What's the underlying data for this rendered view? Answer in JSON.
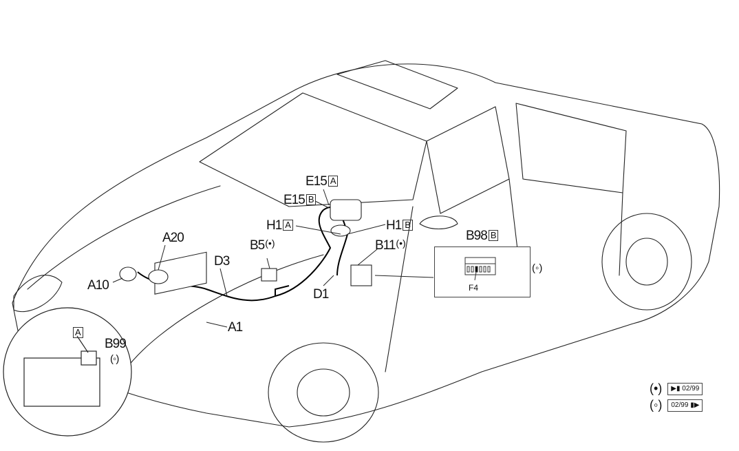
{
  "diagram": {
    "title": "Vehicle wiring harness component locations",
    "components": [
      {
        "id": "E15",
        "tag": "A"
      },
      {
        "id": "E15",
        "tag": "B"
      },
      {
        "id": "H1",
        "tag": "A"
      },
      {
        "id": "H1",
        "tag": "B"
      },
      {
        "id": "A20"
      },
      {
        "id": "B5",
        "symbol": "(•)"
      },
      {
        "id": "B11",
        "symbol": "(•)"
      },
      {
        "id": "B98",
        "tag": "B"
      },
      {
        "id": "D3"
      },
      {
        "id": "A10"
      },
      {
        "id": "D1"
      },
      {
        "id": "A1"
      },
      {
        "id": "B99",
        "symbol": "(◦)"
      }
    ],
    "fuse_inset": {
      "fuse_label": "F4",
      "symbol": "(◦)"
    },
    "battery_inset": {
      "connector_tag": "A"
    },
    "legend": [
      {
        "symbol": "(•)",
        "glyph": "▶▮",
        "text": "02/99",
        "meaning": "up to"
      },
      {
        "symbol": "(◦)",
        "glyph": "▮▶",
        "text": "02/99",
        "meaning": "from"
      }
    ]
  }
}
